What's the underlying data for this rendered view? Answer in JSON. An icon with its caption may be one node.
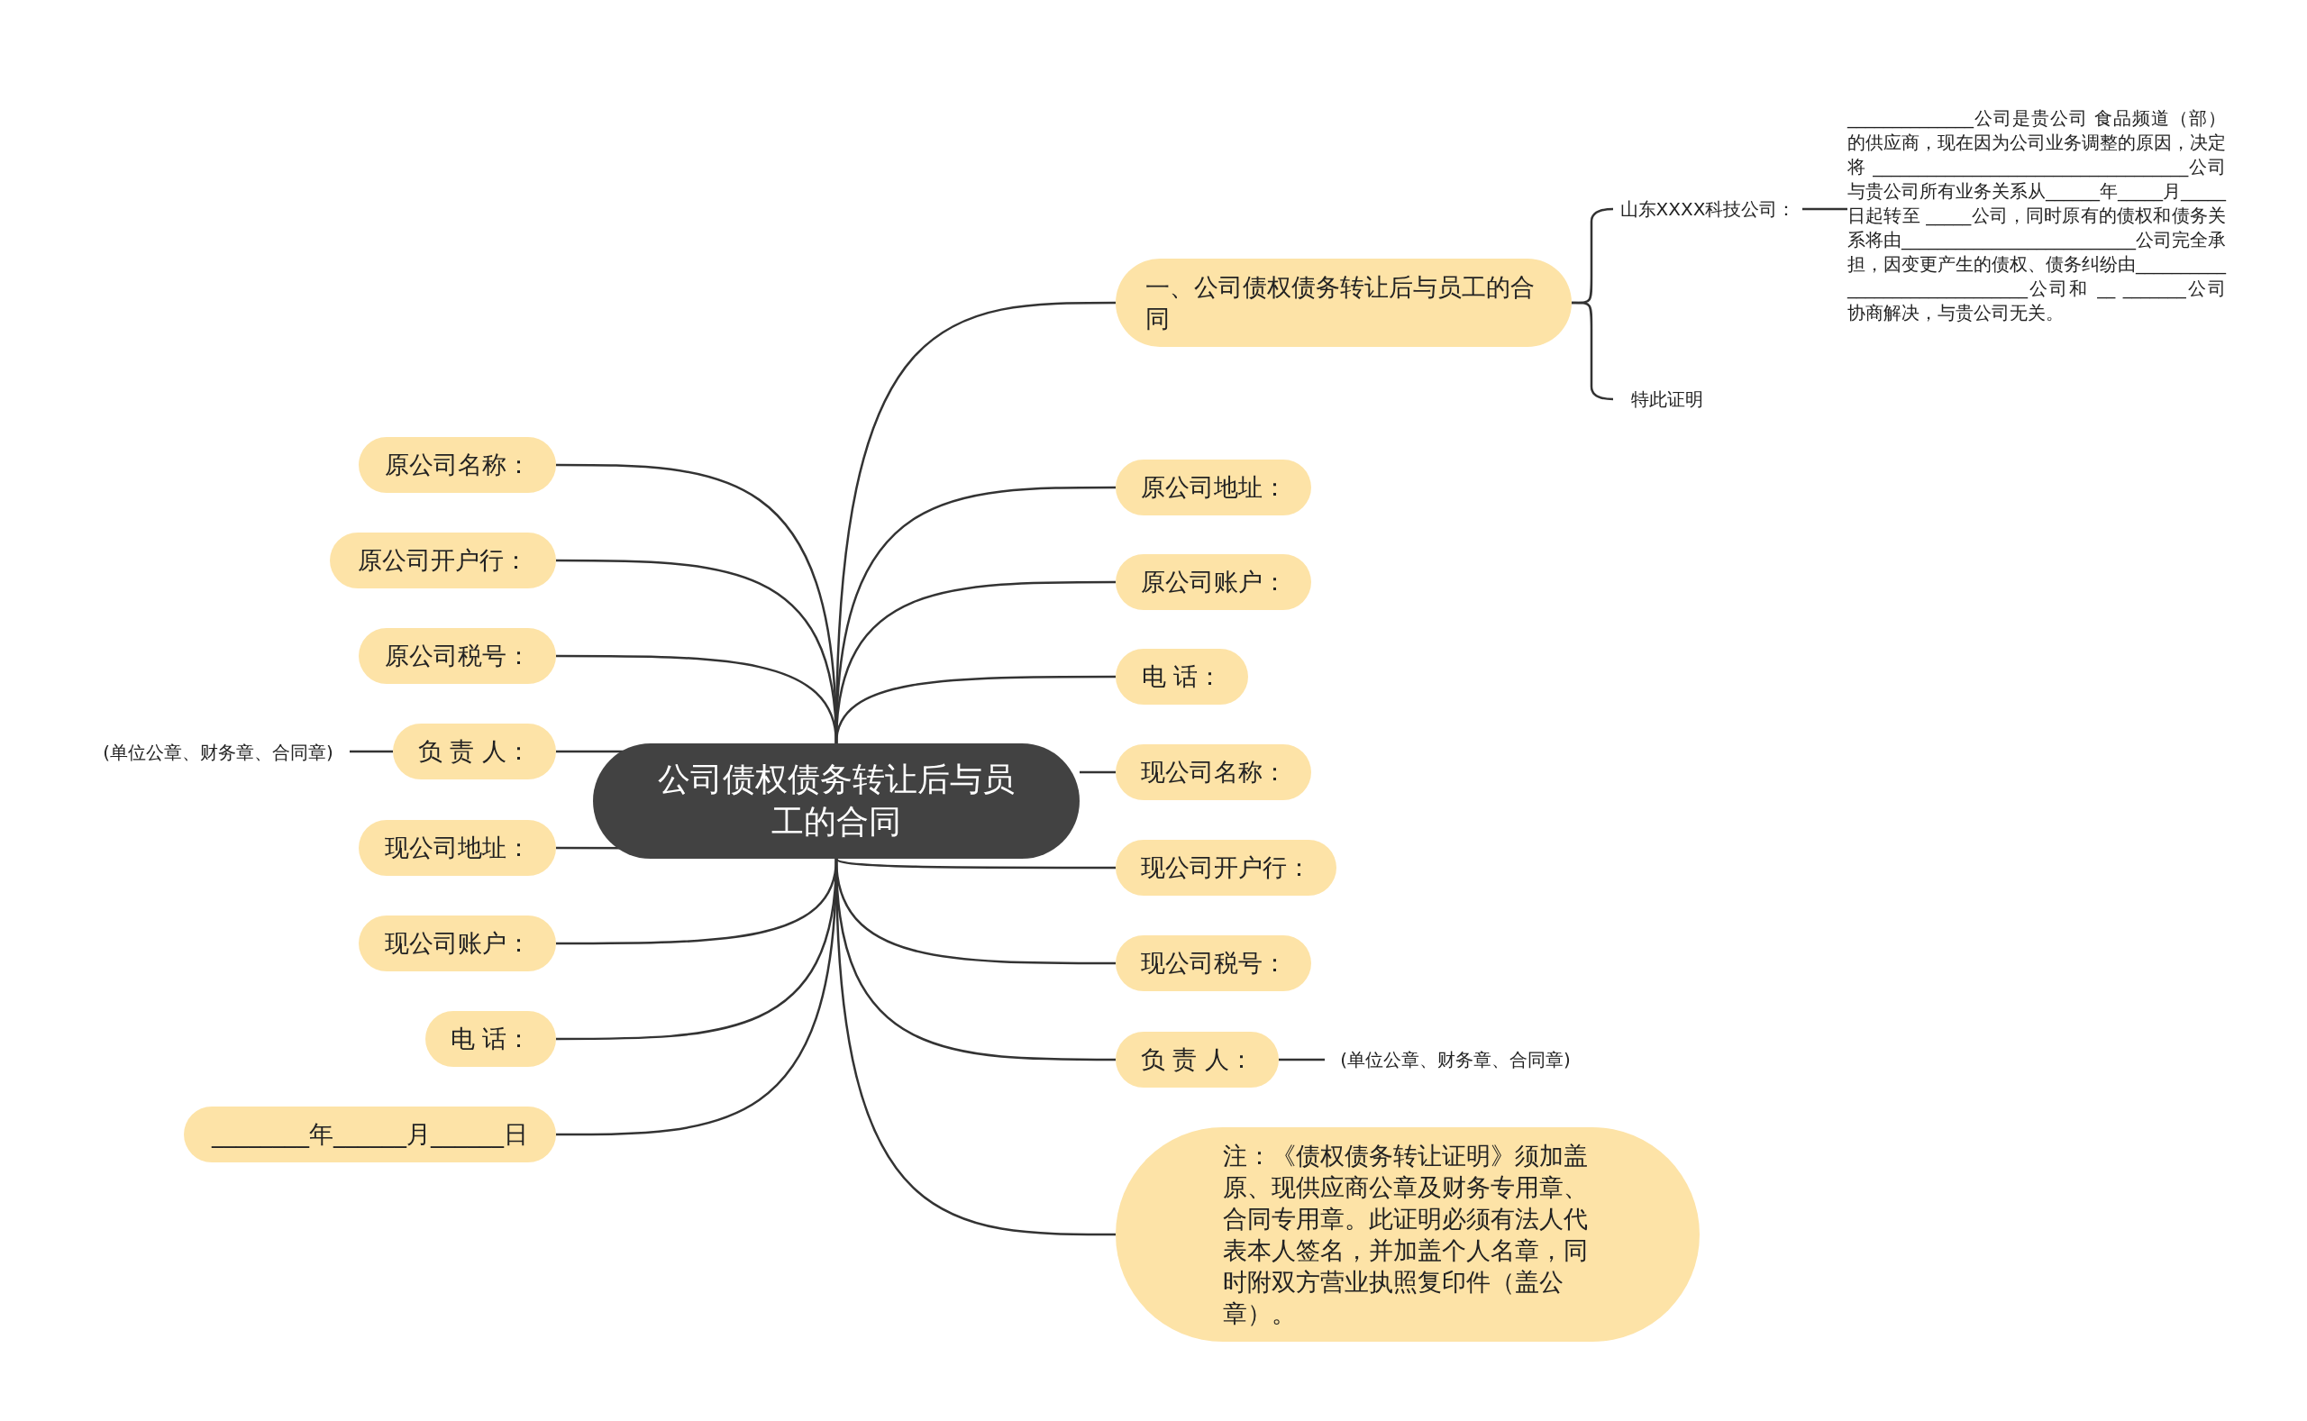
{
  "diagram": {
    "nodes": [
      {
        "text": [
          "公司债权债务转让后与员工的合同"
        ]
      },
      {
        "text": [
          "一、公司债权债务转让后与员工的合同"
        ]
      },
      {
        "text": [
          "山东XXXX科技公司："
        ]
      },
      {
        "text": [
          "______________公司是贵公司 食品频道（部）的供应商，现在因为公司业务调整的原因，决定将 ___________________________________公司与贵公司所有业务关系从______年_____月_____日起转至 _____公司，同时原有的债权和债务关系将由__________________________公司完全承担，因变更产生的债权、债务纠纷由______________________________公司和 __ _______公司协商解决，与贵公司无关。"
        ]
      },
      {
        "text": [
          "特此证明"
        ]
      },
      {
        "text": [
          "原公司地址："
        ]
      },
      {
        "text": [
          "原公司账户："
        ]
      },
      {
        "text": [
          "电 话："
        ]
      },
      {
        "text": [
          "现公司名称："
        ]
      },
      {
        "text": [
          "现公司开户行："
        ]
      },
      {
        "text": [
          "现公司税号："
        ]
      },
      {
        "text": [
          "负 责 人："
        ]
      },
      {
        "text": [
          "(单位公章、财务章、合同章)"
        ]
      },
      {
        "text": [
          "注：《债权债务转让证明》须加盖原、现供应商公章及财务专用章、合同专用章。此证明必须有法人代表本人签名，并加盖个人名章，同时附双方营业执照复印件（盖公章）。"
        ]
      },
      {
        "text": [
          "原公司名称："
        ]
      },
      {
        "text": [
          "原公司开户行："
        ]
      },
      {
        "text": [
          "原公司税号："
        ]
      },
      {
        "text": [
          "负 责 人："
        ]
      },
      {
        "text": [
          "(单位公章、财务章、合同章)"
        ]
      },
      {
        "text": [
          "现公司地址："
        ]
      },
      {
        "text": [
          "现公司账户："
        ]
      },
      {
        "text": [
          "电 话："
        ]
      },
      {
        "text": [
          "________年______月______日"
        ]
      }
    ],
    "edges": [
      {
        "from": 0,
        "to": 1,
        "arrow": "none"
      },
      {
        "from": 1,
        "to": 2,
        "arrow": "none"
      },
      {
        "from": 1,
        "to": 4,
        "arrow": "none"
      },
      {
        "from": 2,
        "to": 3,
        "arrow": "none"
      },
      {
        "from": 0,
        "to": 5,
        "arrow": "none"
      },
      {
        "from": 0,
        "to": 6,
        "arrow": "none"
      },
      {
        "from": 0,
        "to": 7,
        "arrow": "none"
      },
      {
        "from": 0,
        "to": 8,
        "arrow": "none"
      },
      {
        "from": 0,
        "to": 9,
        "arrow": "none"
      },
      {
        "from": 0,
        "to": 10,
        "arrow": "none"
      },
      {
        "from": 0,
        "to": 11,
        "arrow": "none"
      },
      {
        "from": 11,
        "to": 12,
        "arrow": "none"
      },
      {
        "from": 0,
        "to": 13,
        "arrow": "none"
      },
      {
        "from": 0,
        "to": 14,
        "arrow": "none"
      },
      {
        "from": 0,
        "to": 15,
        "arrow": "none"
      },
      {
        "from": 0,
        "to": 16,
        "arrow": "none"
      },
      {
        "from": 0,
        "to": 17,
        "arrow": "none"
      },
      {
        "from": 17,
        "to": 18,
        "arrow": "none"
      },
      {
        "from": 0,
        "to": 19,
        "arrow": "none"
      },
      {
        "from": 0,
        "to": 20,
        "arrow": "none"
      },
      {
        "from": 0,
        "to": 21,
        "arrow": "none"
      },
      {
        "from": 0,
        "to": 22,
        "arrow": "none"
      }
    ]
  }
}
